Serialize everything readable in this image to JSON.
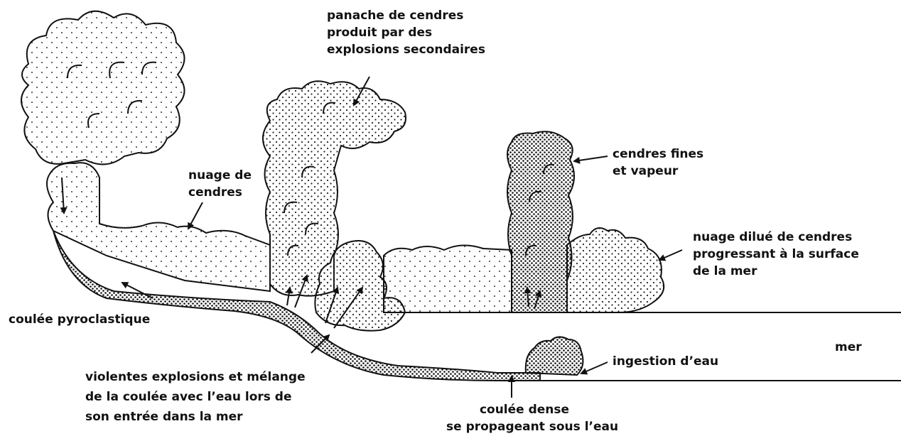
{
  "labels": {
    "plume": [
      "panache de cendres",
      "produit par des",
      "explosions secondaires"
    ],
    "ash_cloud": [
      "nuage de",
      "cendres"
    ],
    "fine_ash": [
      "cendres fines",
      "et vapeur"
    ],
    "dilute_cloud": [
      "nuage dilué de cendres",
      "progressant à la surface",
      "de la mer"
    ],
    "pyroclastic_flow": [
      "coulée pyroclastique"
    ],
    "sea": [
      "mer"
    ],
    "water_ingestion": [
      "ingestion d’eau"
    ],
    "explosions": [
      "violentes explosions et  mélange",
      "de la coulée avec l’eau lors de",
      "son entrée dans la mer"
    ],
    "dense_flow": [
      "coulée dense",
      "se propageant sous l’eau"
    ]
  }
}
